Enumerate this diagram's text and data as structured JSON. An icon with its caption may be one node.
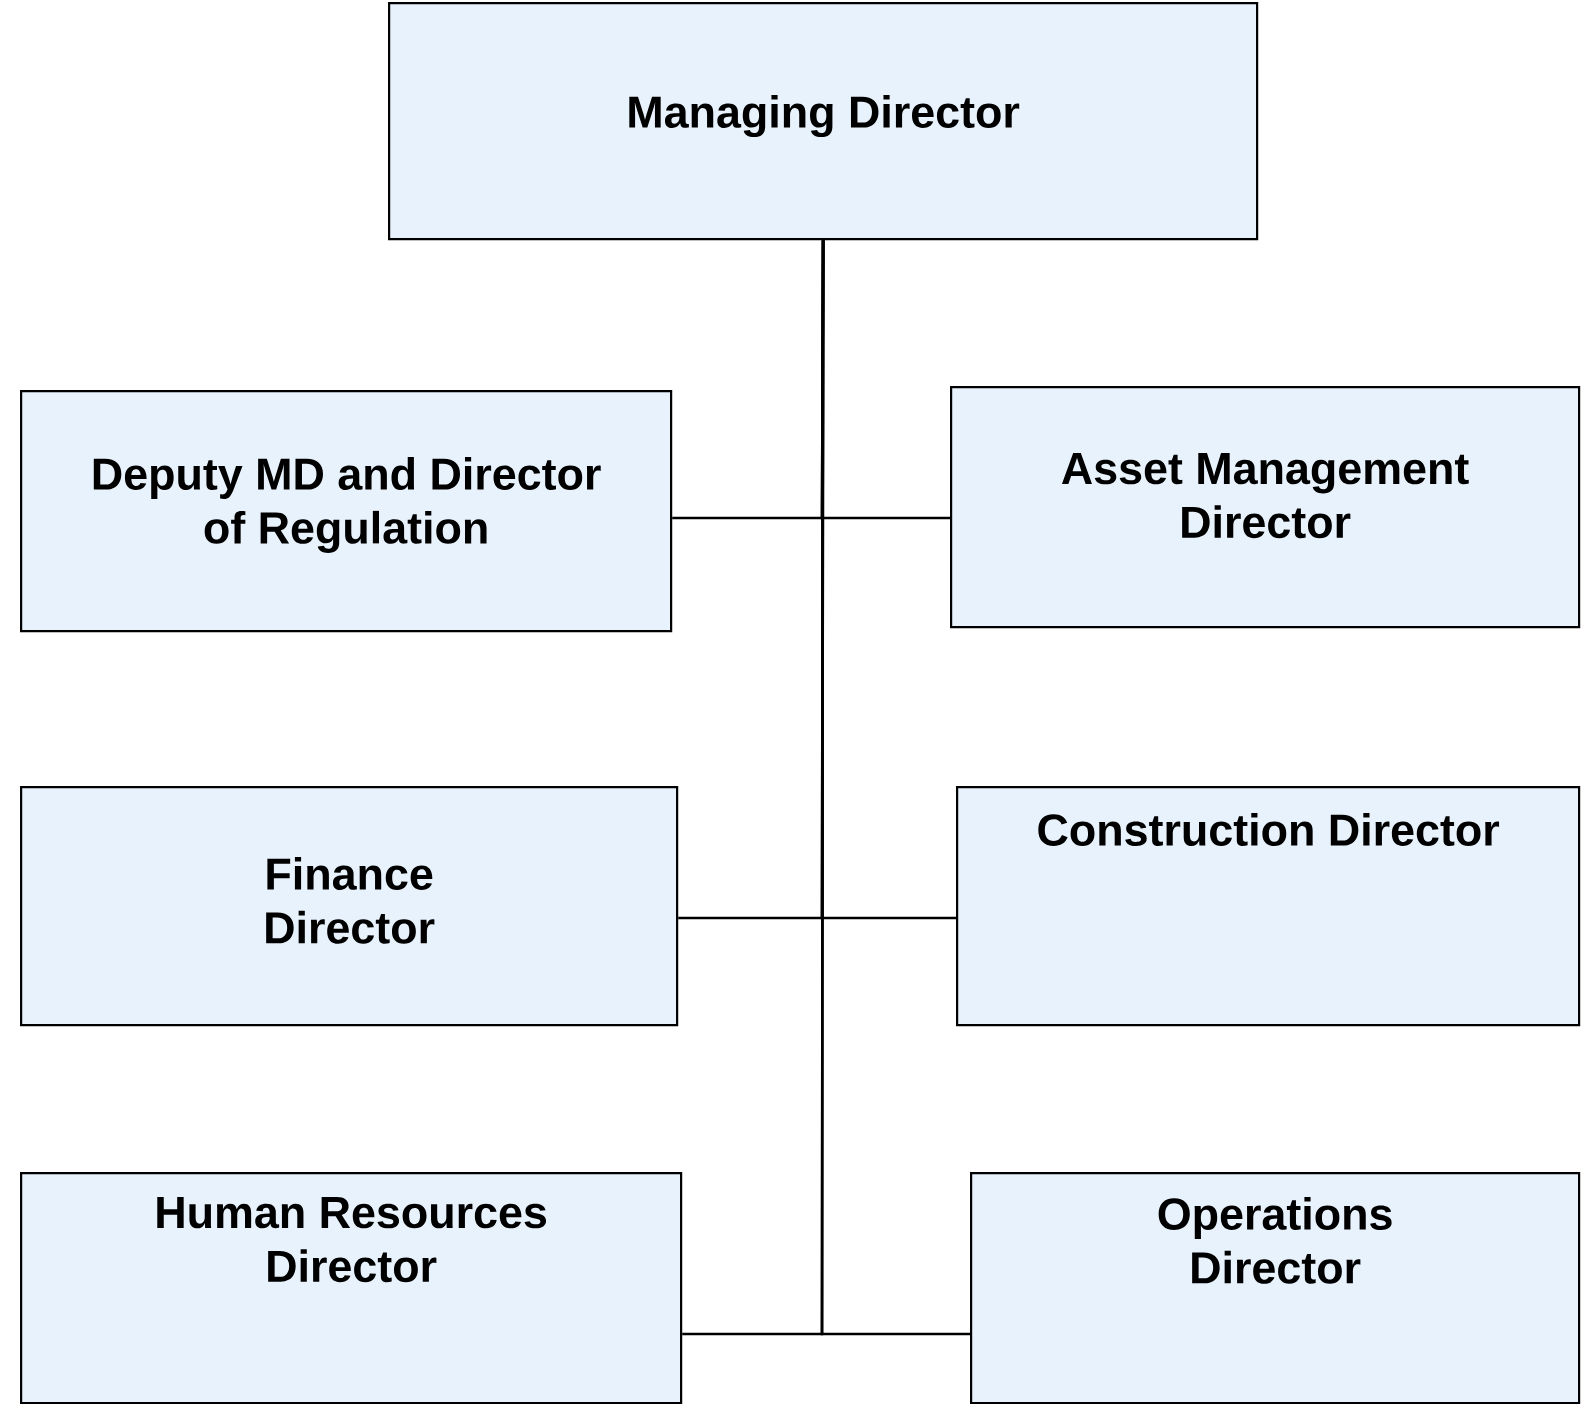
{
  "diagram": {
    "nodes": [
      {
        "text": [
          "Managing Director"
        ]
      },
      {
        "text": [
          "Deputy MD and Director of Regulation"
        ]
      },
      {
        "text": [
          "Asset Management Director"
        ]
      },
      {
        "text": [
          "Finance Director"
        ]
      },
      {
        "text": [
          "Construction Director"
        ]
      },
      {
        "text": [
          "Human Resources Director"
        ]
      },
      {
        "text": [
          "Operations Director"
        ]
      }
    ],
    "edges": [
      {
        "from": 0,
        "to": 1,
        "arrow": "none"
      },
      {
        "from": 0,
        "to": 2,
        "arrow": "none"
      },
      {
        "from": 0,
        "to": 3,
        "arrow": "none"
      },
      {
        "from": 0,
        "to": 4,
        "arrow": "none"
      },
      {
        "from": 0,
        "to": 5,
        "arrow": "none"
      },
      {
        "from": 0,
        "to": 6,
        "arrow": "none"
      }
    ]
  }
}
